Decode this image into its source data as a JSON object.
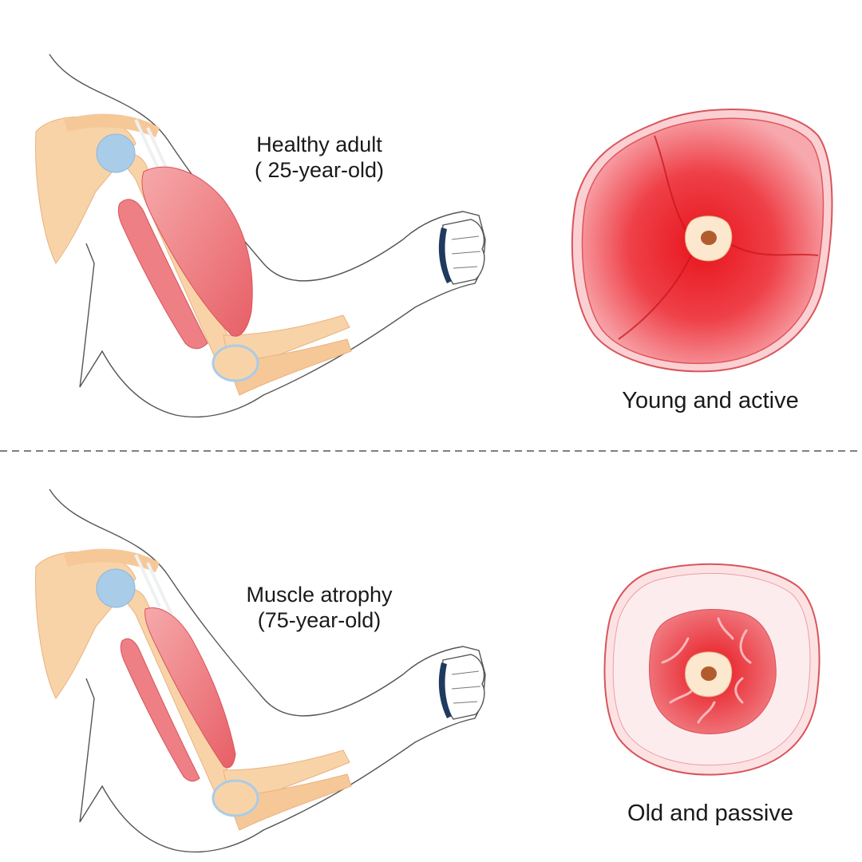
{
  "panels": {
    "young": {
      "title": "Healthy adult",
      "subtitle": "( 25-year-old)",
      "caption": "Young and active"
    },
    "old": {
      "title": "Muscle atrophy",
      "subtitle": "(75-year-old)",
      "caption": "Old and passive"
    }
  },
  "muscle_level": {
    "young": 1.0,
    "old": 0.55
  },
  "colors": {
    "muscle_red": "#e8141c",
    "muscle_light": "#f8c9cc",
    "bone": "#f9d3a8",
    "joint": "#a9cce8",
    "outline": "#555555",
    "divider": "#555555"
  },
  "icons": [
    "arm-anatomy-illustration",
    "muscle-cross-section-illustration"
  ]
}
